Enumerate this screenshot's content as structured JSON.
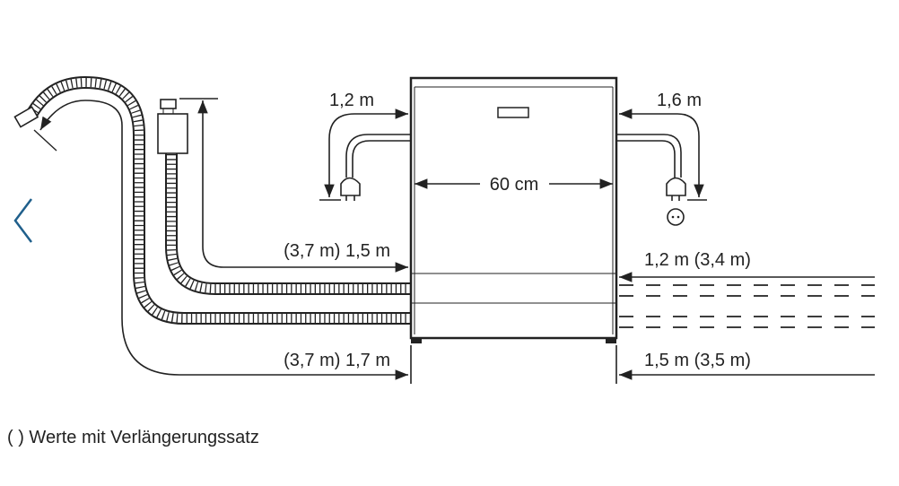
{
  "labels": {
    "power_left": "1,2 m",
    "power_right": "1,6 m",
    "width": "60 cm",
    "inlet_left": "(3,7 m) 1,5 m",
    "drain_left": "(3,7 m) 1,7 m",
    "inlet_right": "1,2 m (3,4 m)",
    "drain_right": "1,5 m (3,5 m)"
  },
  "footer": "(  ) Werte mit Verlängerungssatz",
  "colors": {
    "chevron": "#1f5f8b",
    "ink": "#222222"
  },
  "nav": {
    "prev_icon": "chevron-left-icon"
  }
}
